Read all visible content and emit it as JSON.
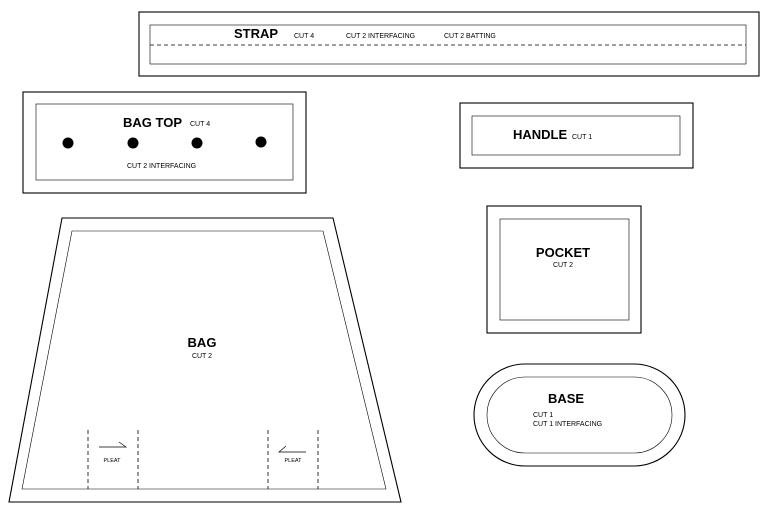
{
  "pieces": {
    "strap": {
      "title": "STRAP",
      "cut": "CUT 4",
      "interfacing": "CUT 2 INTERFACING",
      "batting": "CUT 2 BATTING"
    },
    "bag_top": {
      "title": "BAG TOP",
      "cut": "CUT 4",
      "interfacing": "CUT 2 INTERFACING"
    },
    "handle": {
      "title": "HANDLE",
      "cut": "CUT 1"
    },
    "pocket": {
      "title": "POCKET",
      "cut": "CUT 2"
    },
    "bag": {
      "title": "BAG",
      "cut": "CUT 2",
      "pleat_left": "PLEAT",
      "pleat_right": "PLEAT"
    },
    "base": {
      "title": "BASE",
      "cut": "CUT 1",
      "interfacing": "CUT 1 INTERFACING"
    }
  },
  "colors": {
    "line": "#000000",
    "background": "#ffffff"
  }
}
